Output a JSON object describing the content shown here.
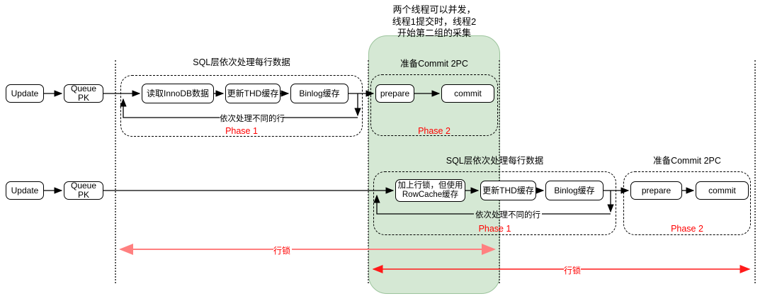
{
  "annotation": {
    "text": "两个线程可以并发，\n线程1提交时，线程2\n开始第二组的采集"
  },
  "row1": {
    "update": "Update",
    "queue_pk": "Queue PK",
    "sql_container": {
      "title": "SQL层依次处理每行数据",
      "boxes": [
        "读取InnoDB数据",
        "更新THD缓存",
        "Binlog缓存"
      ],
      "loop_label": "依次处理不同的行",
      "phase": "Phase 1"
    },
    "commit_container": {
      "title": "准备Commit 2PC",
      "boxes": [
        "prepare",
        "commit"
      ],
      "phase": "Phase 2"
    }
  },
  "row2": {
    "update": "Update",
    "queue_pk": "Queue PK",
    "sql_container": {
      "title": "SQL层依次处理每行数据",
      "boxes": [
        "加上行锁，但使用\nRowCache缓存",
        "更新THD缓存",
        "Binlog缓存"
      ],
      "loop_label": "依次处理不同的行",
      "phase": "Phase 1"
    },
    "commit_container": {
      "title": "准备Commit 2PC",
      "boxes": [
        "prepare",
        "commit"
      ],
      "phase": "Phase 2"
    }
  },
  "locks": {
    "row1_label": "行锁",
    "row2_label": "行锁"
  },
  "colors": {
    "green_fill": "#d5e8d4",
    "green_border": "#9cc49c",
    "phase_red": "#ff0000",
    "lock_arrow_top": "#ff8080",
    "lock_arrow_bottom": "#ff0000",
    "guide_line_gray": "#5b5b5b"
  }
}
